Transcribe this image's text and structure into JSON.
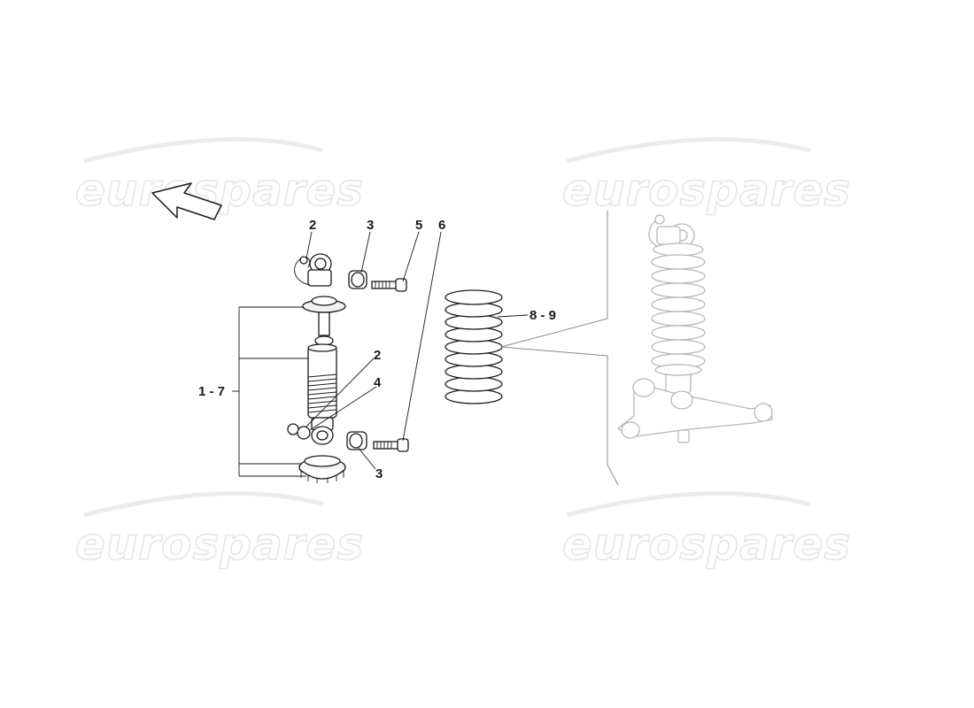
{
  "watermark": "eurospares",
  "callouts": {
    "top_2": "2",
    "top_3": "3",
    "top_5": "5",
    "top_6": "6",
    "mid_2": "2",
    "mid_4": "4",
    "bottom_3": "3",
    "range_1_7": "1 - 7",
    "range_8_9": "8 - 9"
  },
  "icons": {
    "direction": "arrow-up-left-icon"
  }
}
